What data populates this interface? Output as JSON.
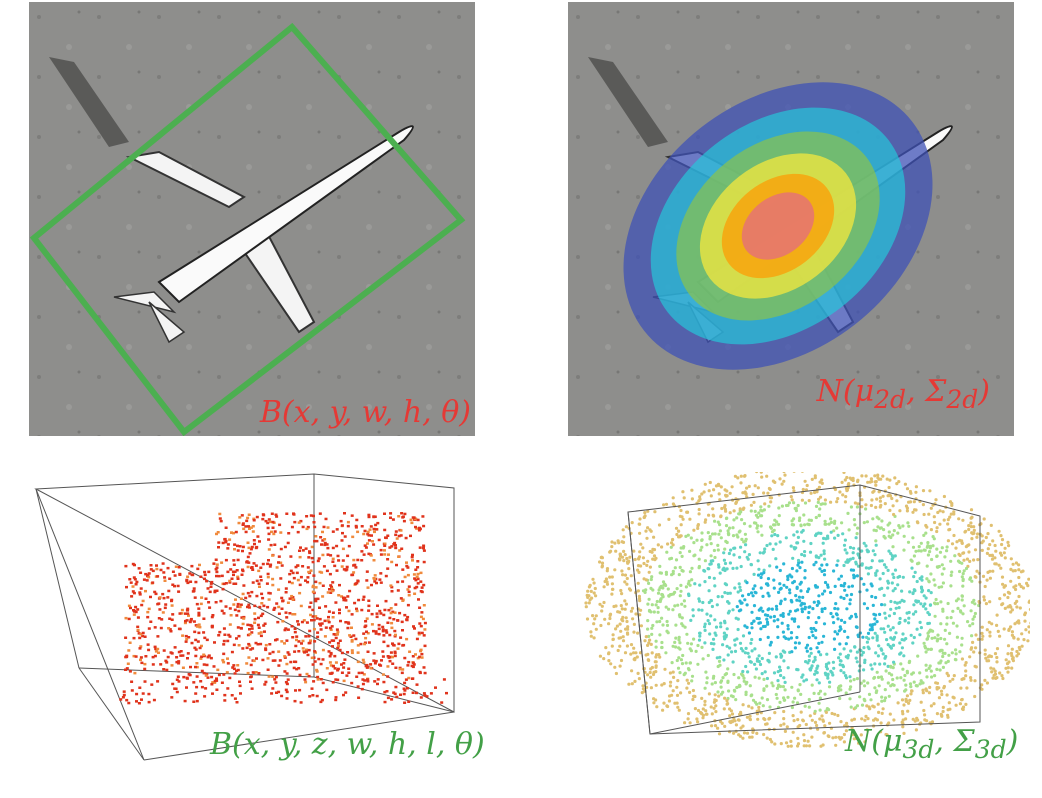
{
  "panels": {
    "top_left": {
      "formula": "B(x, y, w, h, θ)"
    },
    "top_right": {
      "formula": "N(μ2d, Σ2d)",
      "mu": "μ",
      "mu_sub": "2d",
      "sigma": "Σ",
      "sigma_sub": "2d"
    },
    "bottom_left": {
      "formula": "B(x, y, z, w, h, l, θ)"
    },
    "bottom_right": {
      "formula": "N(μ3d, Σ3d)",
      "mu": "μ",
      "mu_sub": "3d",
      "sigma": "Σ",
      "sigma_sub": "3d"
    }
  },
  "colors": {
    "box_2d": "#4caf50",
    "formula_top": "#e53935",
    "formula_bottom": "#43a047",
    "tarmac": "#8d8d8d",
    "pointcloud_car": "#e0331c",
    "gauss_outer": "#3f51b5",
    "gauss_inner": "#e53935"
  }
}
